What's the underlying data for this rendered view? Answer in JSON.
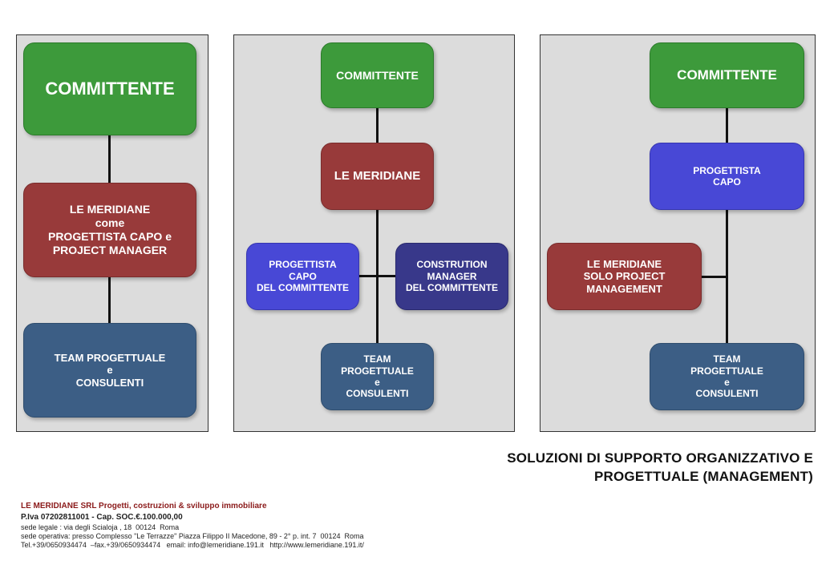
{
  "panel1": {
    "committente": "COMMITTENTE",
    "meridiane": "LE MERIDIANE\ncome\nPROGETTISTA CAPO e\nPROJECT MANAGER",
    "team": "TEAM PROGETTUALE\ne\nCONSULENTI"
  },
  "panel2": {
    "committente": "COMMITTENTE",
    "meridiane": "LE MERIDIANE",
    "progettista": "PROGETTISTA\nCAPO\nDEL COMMITTENTE",
    "construction": "CONSTRUTION\nMANAGER\nDEL COMMITTENTE",
    "team": "TEAM\nPROGETTUALE\ne\nCONSULENTI"
  },
  "panel3": {
    "committente": "COMMITTENTE",
    "progettista": "PROGETTISTA\nCAPO",
    "meridiane": "LE MERIDIANE\nSOLO PROJECT\nMANAGEMENT",
    "team": "TEAM\nPROGETTUALE\ne\nCONSULENTI"
  },
  "title": {
    "line1": "SOLUZIONI DI SUPPORTO ORGANIZZATIVO E",
    "line2": "PROGETTUALE (MANAGEMENT)"
  },
  "footer": {
    "company": "LE MERIDIANE SRL Progetti, costruzioni & sviluppo immobiliare",
    "piva": "P.Iva 07202811001 - Cap. SOC.€.100.000,00",
    "sede_legale": "sede legale : via degli Scialoja , 18  00124  Roma",
    "sede_operativa": "sede operativa: presso Complesso \"Le Terrazze\" Piazza Filippo II Macedone, 89 - 2° p. int. 7  00124  Roma",
    "contacts": "Tel.+39/0650934474  –fax.+39/0650934474   email: info@lemeridiane.191.it   http://www.lemeridiane.191.it/"
  }
}
